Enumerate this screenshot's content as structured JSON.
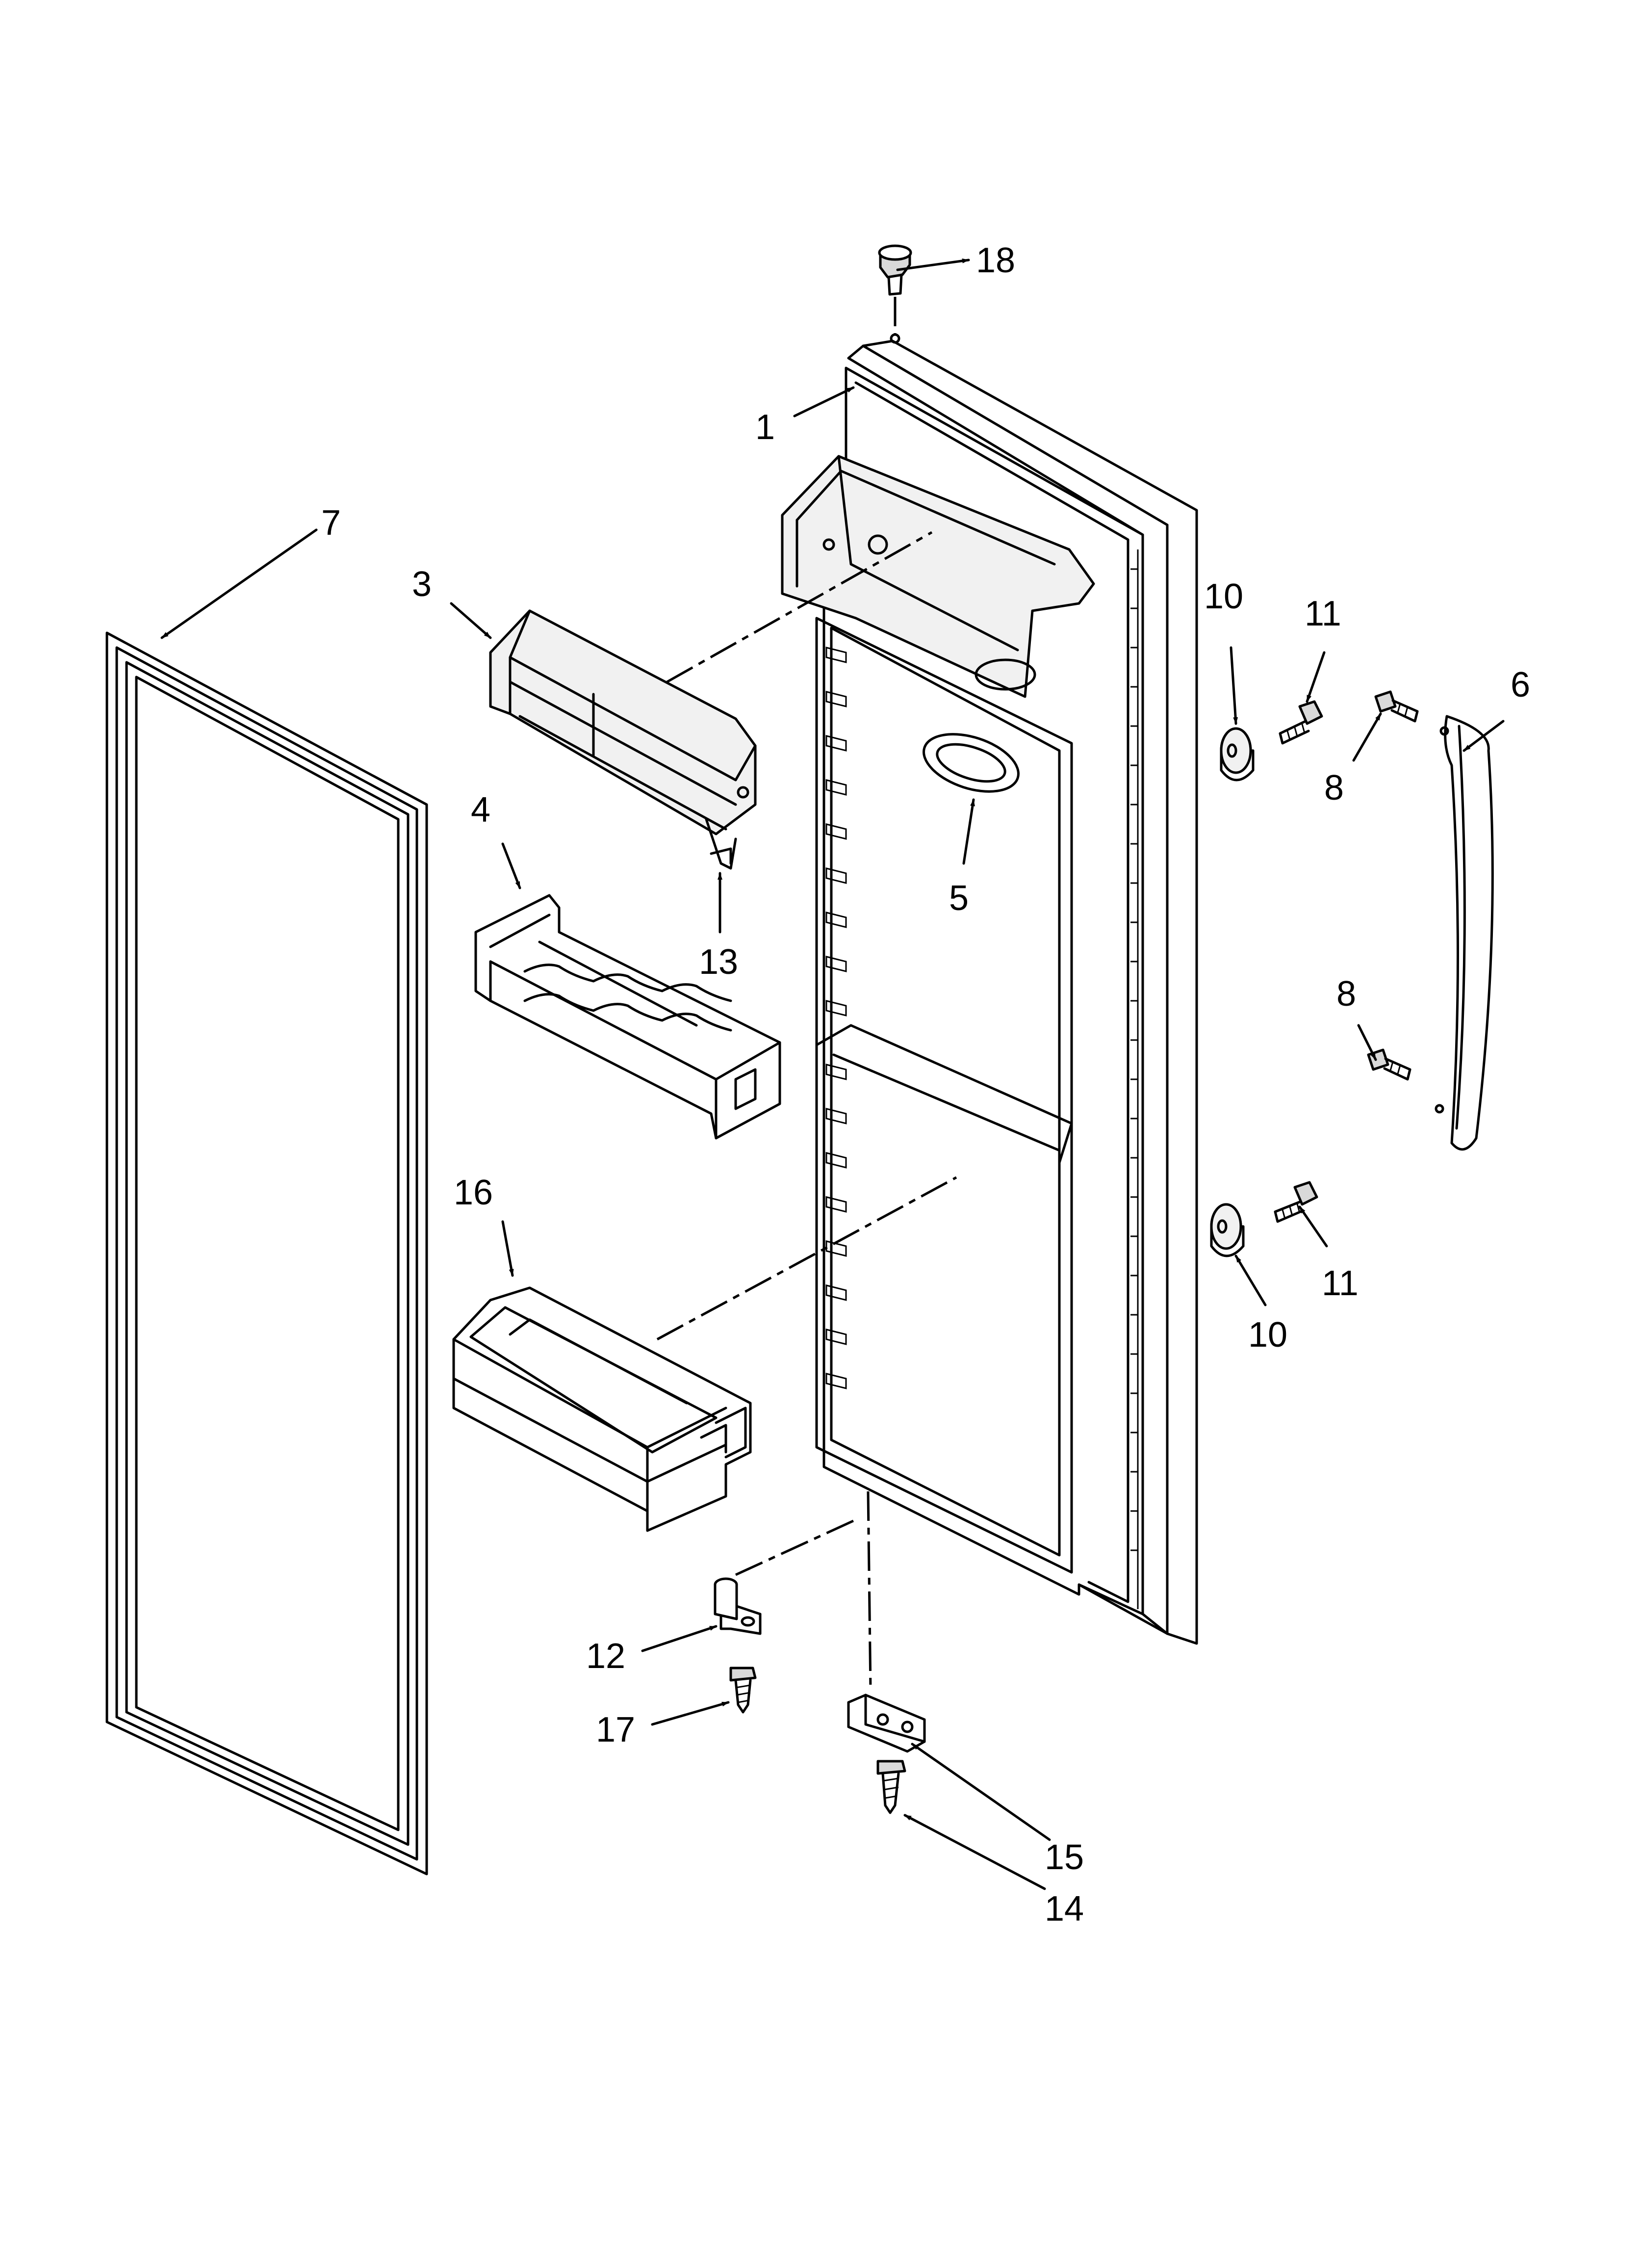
{
  "callouts": {
    "c1": "1",
    "c3": "3",
    "c4": "4",
    "c5": "5",
    "c6": "6",
    "c7": "7",
    "c8a": "8",
    "c8b": "8",
    "c10a": "10",
    "c10b": "10",
    "c11a": "11",
    "c11b": "11",
    "c12": "12",
    "c13": "13",
    "c14": "14",
    "c15": "15",
    "c16": "16",
    "c17": "17",
    "c18": "18"
  },
  "colors": {
    "line": "#000000",
    "background": "#ffffff",
    "part_fill": "#f1f1f1"
  }
}
